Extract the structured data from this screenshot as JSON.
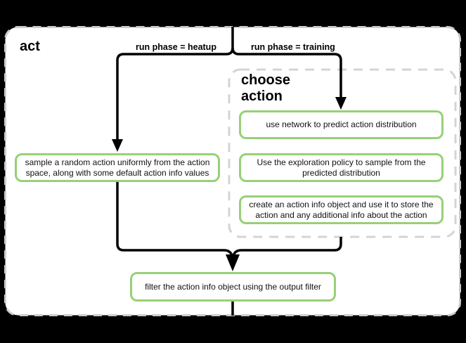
{
  "title": "act",
  "group": {
    "label": "choose action"
  },
  "edge_labels": {
    "heatup": "run phase = heatup",
    "training": "run phase = training"
  },
  "nodes": [
    {
      "id": "sample-random-action",
      "text": "sample a random action uniformly from the action space, along with some default action info values"
    },
    {
      "id": "predict-distribution",
      "text": "use network to predict action distribution"
    },
    {
      "id": "exploration-sample",
      "text": "Use the exploration policy to sample from the predicted distribution"
    },
    {
      "id": "create-action-info",
      "text": "create an action info object and use it to store the action and any additional info about the action"
    },
    {
      "id": "filter-output",
      "text": "filter the action info object using the output filter"
    }
  ],
  "colors": {
    "background": "#000000",
    "surface": "#ffffff",
    "node_border": "#97d077",
    "edge": "#000000",
    "container_border": "#cccccc",
    "group_border": "#d4d4d4"
  }
}
